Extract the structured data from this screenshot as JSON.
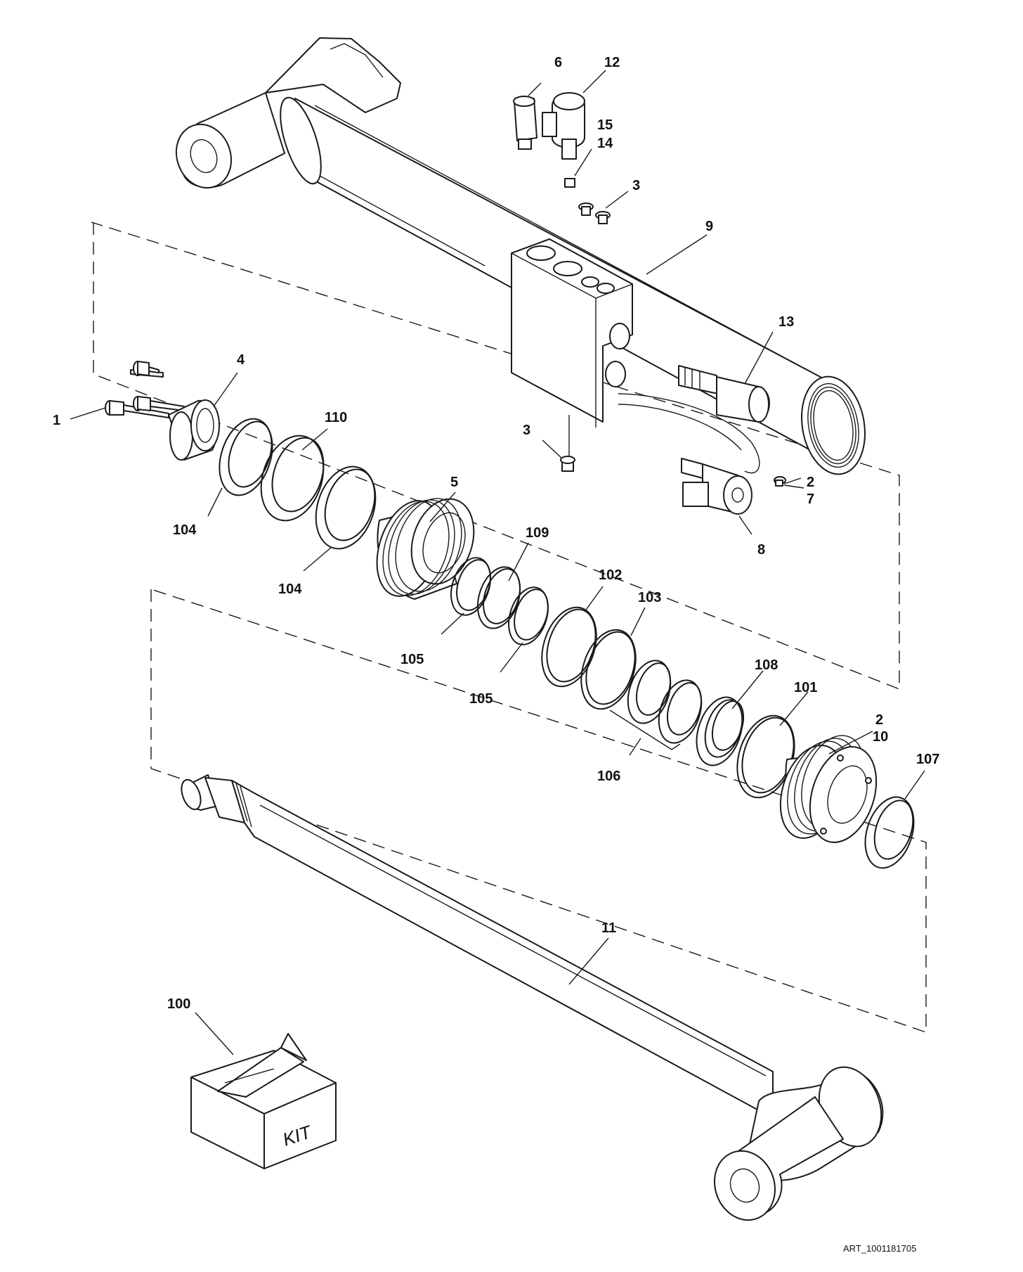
{
  "diagram": {
    "callouts": [
      "1",
      "2",
      "2",
      "3",
      "3",
      "4",
      "5",
      "6",
      "7",
      "8",
      "9",
      "10",
      "11",
      "12",
      "13",
      "14",
      "15",
      "100",
      "101",
      "102",
      "103",
      "104",
      "104",
      "105",
      "105",
      "106",
      "107",
      "108",
      "109",
      "110"
    ],
    "kit_label": "KIT",
    "art_reference": "ART_1001181705"
  }
}
